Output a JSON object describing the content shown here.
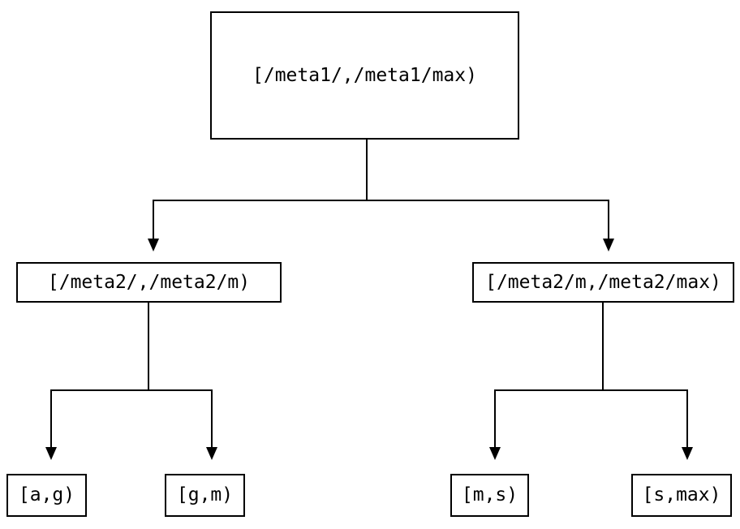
{
  "diagram": {
    "background_color": "#ffffff",
    "line_color": "#000000",
    "text_color": "#000000",
    "nodes": {
      "root": {
        "label": "[/meta1/,/meta1/max)"
      },
      "level2_left": {
        "label": "[/meta2/,/meta2/m)"
      },
      "level2_right": {
        "label": "[/meta2/m,/meta2/max)"
      },
      "leaf_a_g": {
        "label": "[a,g)"
      },
      "leaf_g_m": {
        "label": "[g,m)"
      },
      "leaf_m_s": {
        "label": "[m,s)"
      },
      "leaf_s_max": {
        "label": "[s,max)"
      }
    }
  }
}
